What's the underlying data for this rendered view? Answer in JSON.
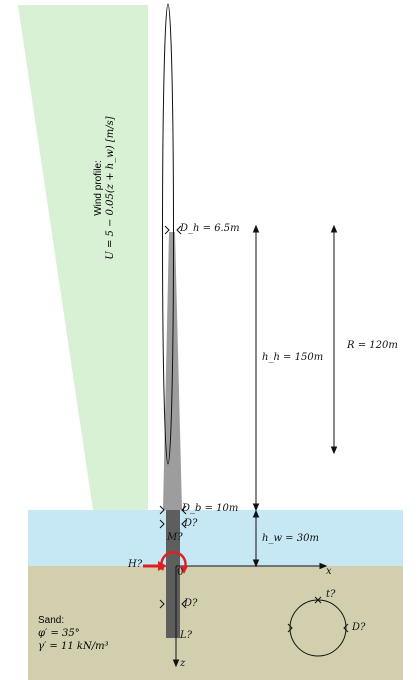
{
  "wind": {
    "label": "Wind profile:",
    "formula": "U = 5 − 0.05(z + h_w) [m/s]",
    "colors": {
      "profile": "#d8f0d3"
    }
  },
  "water": {
    "color": "#c6e7f4"
  },
  "soil": {
    "color": "#d2cfae",
    "title": "Sand:",
    "phi": "φ′ = 35°",
    "gamma": "γ′ = 11 kN/m³"
  },
  "tower": {
    "color": "#9d9d9d",
    "pile_color": "#5e5e5e"
  },
  "labels": {
    "Dh": "D_h = 6.5m",
    "Db": "D_b = 10m",
    "D_water": "D?",
    "M": "M?",
    "H": "H?",
    "origin": "0",
    "x_axis": "x",
    "z_axis": "z",
    "D_soil": "D?",
    "L": "L?",
    "hh": "h_h = 150m",
    "hw": "h_w = 30m",
    "R": "R = 120m",
    "t": "t?",
    "D_section": "D?"
  },
  "arrows": {
    "H_color": "#e02020",
    "M_color": "#e02020"
  }
}
